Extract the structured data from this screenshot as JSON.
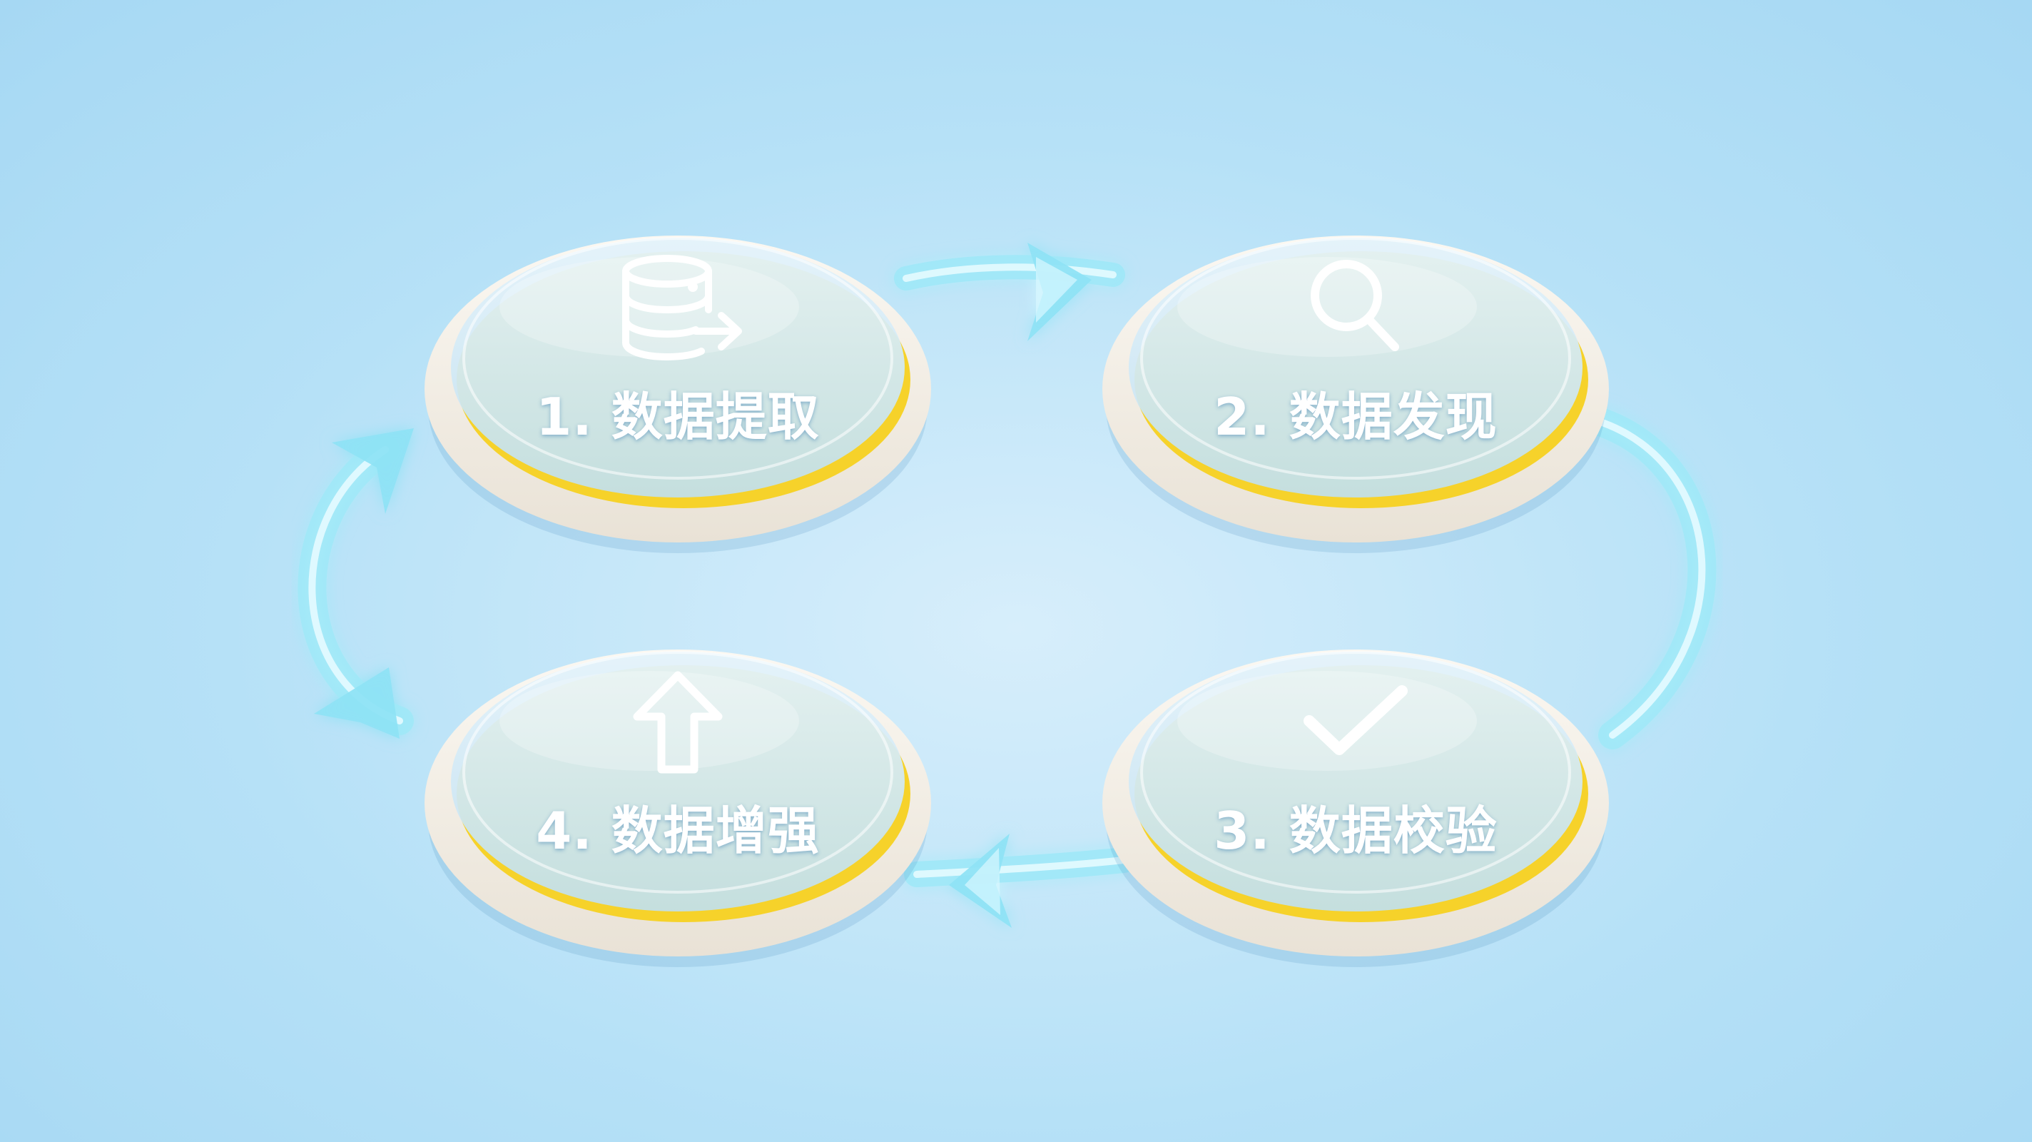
{
  "steps": [
    {
      "label": "1. 数据提取",
      "icon": "database-export-icon"
    },
    {
      "label": "2. 数据发现",
      "icon": "magnifier-icon"
    },
    {
      "label": "3. 数据校验",
      "icon": "checkmark-icon"
    },
    {
      "label": "4. 数据增强",
      "icon": "up-arrow-icon"
    }
  ],
  "colors": {
    "background": "#b6e1f7",
    "disc_rim": "#f4efe6",
    "disc_accent": "#f6d22a",
    "connector": "#8fe3f5",
    "label": "#ffffff"
  }
}
